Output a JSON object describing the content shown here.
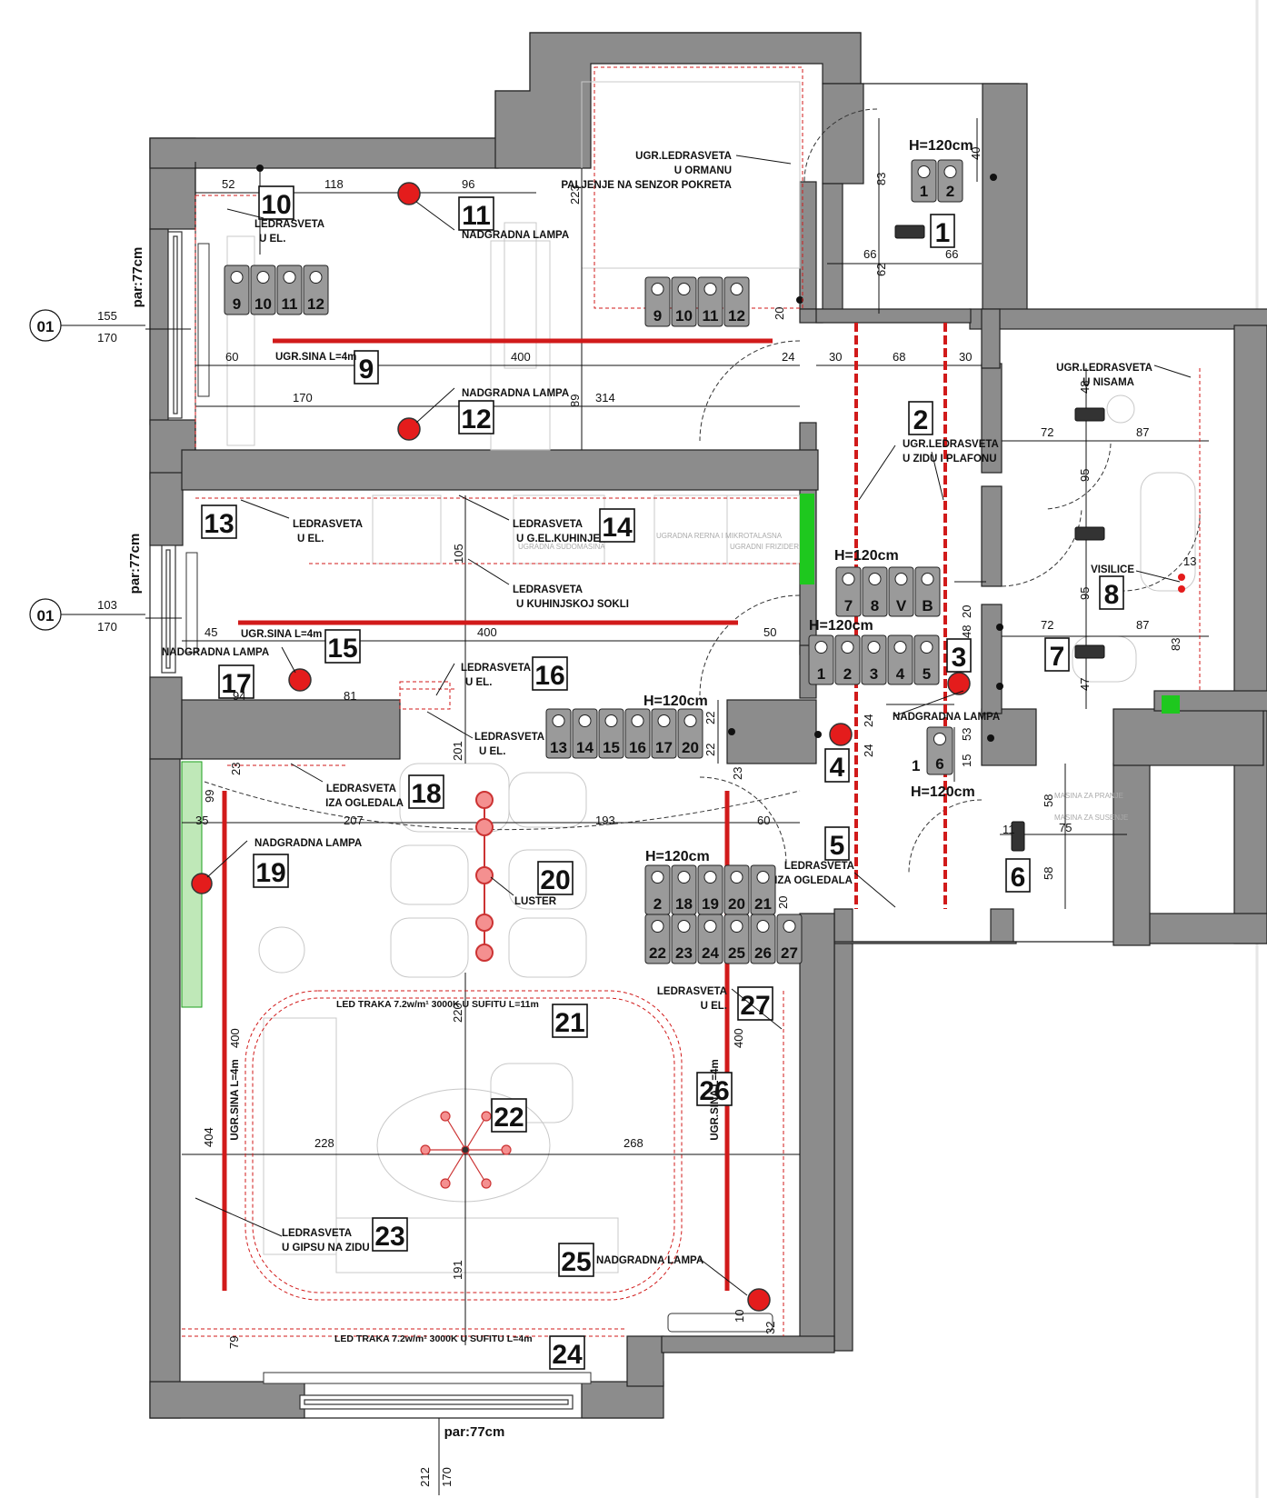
{
  "axis_marks": {
    "top_label": "01",
    "top_a": "155",
    "top_b": "170",
    "mid_label": "01",
    "mid_a": "103",
    "mid_b": "170",
    "bottom_a": "212",
    "bottom_b": "170"
  },
  "parapet": {
    "top": "par:77cm",
    "mid": "par:77cm",
    "bottom": "par:77cm"
  },
  "h120": "H=120cm",
  "labels": {
    "ledrasveta_u_ormanu_1": "UGR.LEDRASVETA",
    "ledrasveta_u_ormanu_2": "U ORMANU",
    "senzor": "PALJENJE NA SENZOR POKRETA",
    "ledrasveta_u_el_a": "LEDRASVETA",
    "ledrasveta_u_el_b": "U EL.",
    "nadgradna": "NADGRADNA LAMPA",
    "ugr_sina": "UGR.SINA L=4m",
    "nisama_1": "UGR.LEDRASVETA",
    "nisama_2": "U NISAMA",
    "zidu_1": "UGR.LEDRASVETA",
    "zidu_2": "U ZIDU I PLAFONU",
    "kuhinje_1": "LEDRASVETA",
    "kuhinje_2": "U G.EL.KUHINJE",
    "sokli_1": "LEDRASVETA",
    "sokli_2": "U KUHINJSKOJ SOKLI",
    "visilice": "VISILICE",
    "iza_ogl_1": "LEDRASVETA",
    "iza_ogl_2": "IZA OGLEDALA",
    "luster": "LUSTER",
    "led_traka_1": "LED TRAKA 7.2w/m¹ 3000K U SUFITU L=11m",
    "led_traka_2": "LED TRAKA 7.2w/m¹ 3000K U SUFITU L=4m",
    "gipsu_1": "LEDRASVETA",
    "gipsu_2": "U GIPSU NA ZIDU",
    "ugradna_sudo": "UGRADNA SUDOMASINA",
    "ugradna_rerna": "UGRADNA RERNA I MIKROTALASNA",
    "ugradni_friz": "UGRADNI FRIZIDER",
    "masina_1": "MASINA ZA PRANJE",
    "masina_2": "MASINA ZA SUSENJE"
  },
  "dims": {
    "d52": "52",
    "d118": "118",
    "d96": "96",
    "d223": "223",
    "d60a": "60",
    "d400a": "400",
    "d24a": "24",
    "d170": "170",
    "d314": "314",
    "d89": "89",
    "d20a": "20",
    "d83a": "83",
    "d40": "40",
    "d66a": "66",
    "d66b": "66",
    "d62": "62",
    "d30a": "30",
    "d68": "68",
    "d30b": "30",
    "d48a": "48",
    "d72a": "72",
    "d87a": "87",
    "d95a": "95",
    "d95b": "95",
    "d13": "13",
    "d72b": "72",
    "d87b": "87",
    "d83b": "83",
    "d47": "47",
    "d45": "45",
    "d400b": "400",
    "d50": "50",
    "d105": "105",
    "d94": "94",
    "d81": "81",
    "d20b": "20",
    "d48b": "48",
    "d22a": "22",
    "d22b": "22",
    "d201": "201",
    "d24b": "24",
    "d24c": "24",
    "d53": "53",
    "d15": "15",
    "d23a": "23",
    "d99": "99",
    "d35": "35",
    "d207": "207",
    "d193": "193",
    "d23b": "23",
    "d60b": "60",
    "d58a": "58",
    "d75": "75",
    "d58b": "58",
    "d11": "11",
    "d20c": "20",
    "d220": "220",
    "d400c": "400",
    "d400d": "400",
    "d404": "404",
    "d228": "228",
    "d268": "268",
    "d191": "191",
    "d79": "79",
    "d32": "32",
    "d10": "10"
  },
  "circuits": [
    "1",
    "2",
    "3",
    "4",
    "5",
    "6",
    "7",
    "8",
    "9",
    "10",
    "11",
    "12",
    "13",
    "14",
    "15",
    "16",
    "17",
    "18",
    "19",
    "20",
    "21",
    "22",
    "23",
    "24",
    "25",
    "26",
    "27"
  ],
  "switch_groups": {
    "g_wc": [
      "1",
      "2"
    ],
    "g_kitchen_a": [
      "9",
      "10",
      "11",
      "12"
    ],
    "g_kitchen_b": [
      "9",
      "10",
      "11",
      "12"
    ],
    "g_hall_a": [
      "7",
      "8",
      "V",
      "B"
    ],
    "g_hall_b": [
      "1",
      "2",
      "3",
      "4",
      "5"
    ],
    "g_dining": [
      "13",
      "14",
      "15",
      "16",
      "17",
      "20"
    ],
    "g_living_a": [
      "2",
      "18",
      "19",
      "20",
      "21"
    ],
    "g_living_b": [
      "22",
      "23",
      "24",
      "25",
      "26",
      "27"
    ],
    "g_six": [
      "6"
    ],
    "g_six_one": "1"
  },
  "colors": {
    "wall": "#8c8c8c",
    "lamp": "#e41c1c",
    "rail": "#d11a1a",
    "led": "#d11a1a",
    "accent_green": "#1ec81e"
  }
}
